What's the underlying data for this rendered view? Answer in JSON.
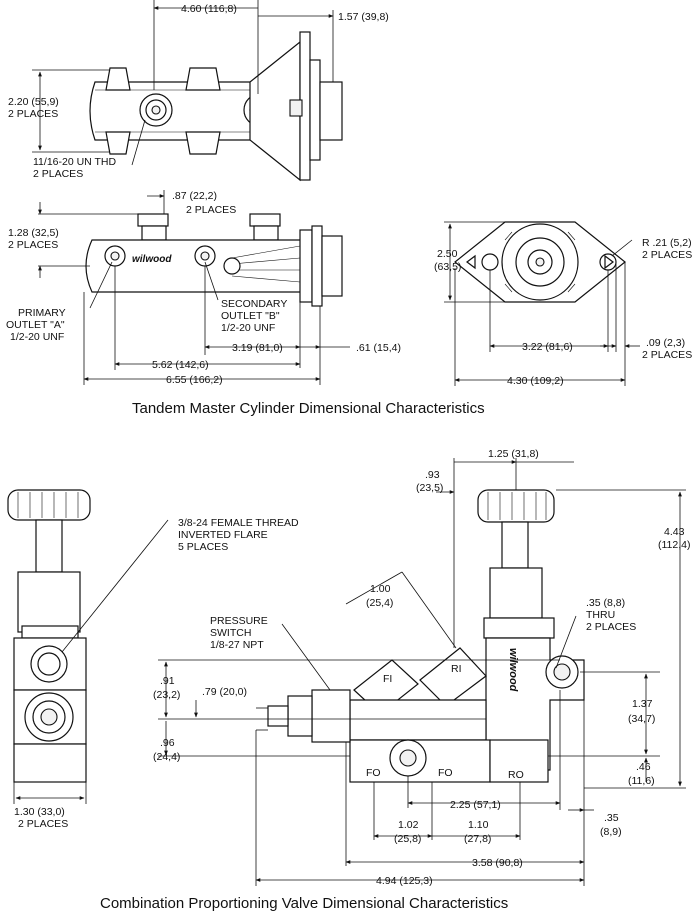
{
  "top": {
    "caption": "Tandem Master Cylinder Dimensional Characteristics",
    "dims": {
      "d460": "4.60 (116,8)",
      "d157": "1.57 (39,8)",
      "d220": "2.20 (55,9)",
      "d220b": "2 PLACES",
      "thd1": "11/16-20 UN THD",
      "thd2": "2 PLACES",
      "d087": ".87 (22,2)",
      "d087b": "2 PLACES",
      "d128": "1.28 (32,5)",
      "d128b": "2 PLACES",
      "prim1": "PRIMARY",
      "prim2": "OUTLET \"A\"",
      "prim3": "1/2-20 UNF",
      "sec1": "SECONDARY",
      "sec2": "OUTLET \"B\"",
      "sec3": "1/2-20 UNF",
      "d562": "5.62 (142,6)",
      "d319": "3.19 (81,0)",
      "d061": ".61 (15,4)",
      "d655": "6.55 (166,2)",
      "d250a": "2.50",
      "d250b": "(63,5)",
      "r021": "R .21 (5,2)",
      "r021b": "2 PLACES",
      "d322": "3.22 (81,6)",
      "d009": ".09 (2,3)",
      "d009b": "2 PLACES",
      "d430": "4.30 (109,2)",
      "brand": "wilwood"
    }
  },
  "bottom": {
    "caption": "Combination Proportioning Valve Dimensional Characteristics",
    "dims": {
      "thread1": "3/8-24 FEMALE THREAD",
      "thread2": "INVERTED FLARE",
      "thread3": "5 PLACES",
      "d130": "1.30 (33,0)",
      "d130b": "2 PLACES",
      "d093a": ".93",
      "d093b": "(23,5)",
      "d125": "1.25 (31,8)",
      "d443a": "4.43",
      "d443b": "(112,4)",
      "d100a": "1.00",
      "d100b": "(25,4)",
      "ps1": "PRESSURE",
      "ps2": "SWITCH",
      "ps3": "1/8-27 NPT",
      "d035a": ".35 (8,8)",
      "d035b": "THRU",
      "d035c": "2 PLACES",
      "d091a": ".91",
      "d091b": "(23,2)",
      "d079": ".79 (20,0)",
      "d096a": ".96",
      "d096b": "(24,4)",
      "d137a": "1.37",
      "d137b": "(34,7)",
      "d046a": ".46",
      "d046b": "(11,6)",
      "d225": "2.25 (57,1)",
      "d035la": ".35",
      "d035lb": "(8,9)",
      "d102a": "1.02",
      "d102b": "(25,8)",
      "d110a": "1.10",
      "d110b": "(27,8)",
      "d358": "3.58 (90,8)",
      "d494": "4.94 (125,3)",
      "portFI": "FI",
      "portRI": "RI",
      "portFO1": "FO",
      "portFO2": "FO",
      "portRO": "RO",
      "brand": "wilwood"
    }
  }
}
